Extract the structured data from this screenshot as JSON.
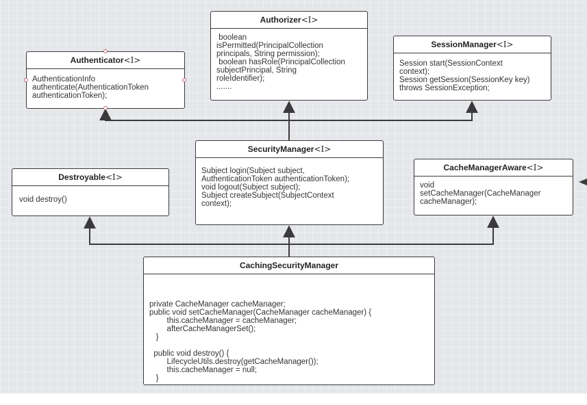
{
  "interface_marker": "<I>",
  "authorizer": {
    "name": "Authorizer",
    "body": " boolean\nisPermitted(PrincipalCollection\nprincipals, String permission);\n boolean hasRole(PrincipalCollection\nsubjectPrincipal, String\nroleIdentifier);\n......."
  },
  "authenticator": {
    "name": "Authenticator",
    "body": "AuthenticationInfo\nauthenticate(AuthenticationToken\nauthenticationToken);"
  },
  "session_manager": {
    "name": "SessionManager",
    "body": "Session start(SessionContext\ncontext);\nSession getSession(SessionKey key)\nthrows SessionException;"
  },
  "security_manager": {
    "name": "SecurityManager",
    "body": "Subject login(Subject subject,\nAuthenticationToken authenticationToken);\nvoid logout(Subject subject);\nSubject createSubject(SubjectContext\ncontext);"
  },
  "destroyable": {
    "name": "Destroyable",
    "body": "void destroy()"
  },
  "cache_manager_aware": {
    "name": "CacheManagerAware",
    "body": "void\nsetCacheManager(CacheManager\ncacheManager);"
  },
  "caching_security_manager": {
    "name": "CachingSecurityManager",
    "body": "private CacheManager cacheManager;\npublic void setCacheManager(CacheManager cacheManager) {\n        this.cacheManager = cacheManager;\n        afterCacheManagerSet();\n   }\n\n  public void destroy() {\n        LifecycleUtils.destroy(getCacheManager());\n        this.cacheManager = null;\n   }"
  },
  "colors": {
    "line": "#3a3a3a",
    "box_border": "#3a3a3a",
    "box_fill": "#ffffff",
    "handle": "#c06070"
  }
}
